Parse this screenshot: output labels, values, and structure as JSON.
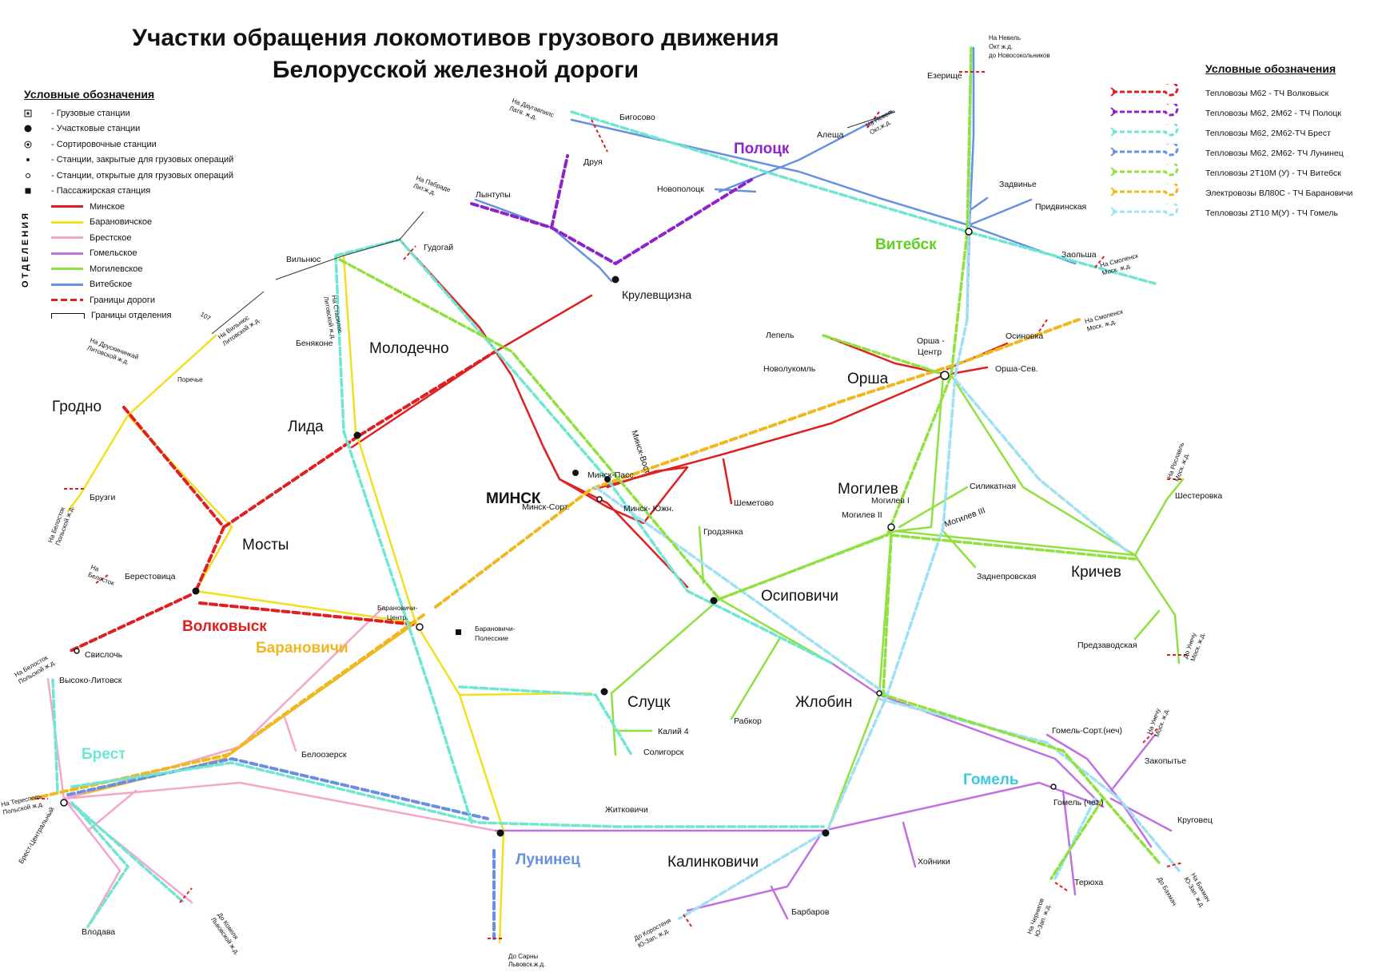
{
  "title": {
    "line1": "Участки обращения локомотивов грузового движения",
    "line2": "Белорусской железной дороги"
  },
  "legend_left": {
    "heading": "Условные обозначения",
    "items": [
      {
        "label": "- Грузовые станции",
        "symbol": "freight"
      },
      {
        "label": "- Участковые станции",
        "symbol": "section"
      },
      {
        "label": "- Сортировочные станции",
        "symbol": "sorting"
      },
      {
        "label": "- Станции, закрытые для грузовых операций",
        "symbol": "closed"
      },
      {
        "label": "- Станции, открытые для грузовых операций",
        "symbol": "open"
      },
      {
        "label": "- Пассажирская станция",
        "symbol": "passenger"
      }
    ],
    "divisions_label": "ОТДЕЛЕНИЯ",
    "divisions": [
      {
        "label": "Минское",
        "color": "#e02020"
      },
      {
        "label": "Барановичское",
        "color": "#f0e020"
      },
      {
        "label": "Брестское",
        "color": "#f0a0c8"
      },
      {
        "label": "Гомельское",
        "color": "#c070e0"
      },
      {
        "label": "Могилевское",
        "color": "#90e040"
      },
      {
        "label": "Витебское",
        "color": "#6090e0"
      }
    ],
    "borders": [
      {
        "label": "Границы дороги"
      },
      {
        "label": "Границы отделения"
      }
    ]
  },
  "legend_right": {
    "heading": "Условные обозначения",
    "items": [
      {
        "label": "Тепловозы М62 - ТЧ Волковыск",
        "color": "#e02020"
      },
      {
        "label": "Тепловозы М62, 2М62 - ТЧ Полоцк",
        "color": "#8e24c8"
      },
      {
        "label": "Тепловозы М62, 2М62-ТЧ Брест",
        "color": "#6ee6d2"
      },
      {
        "label": "Тепловозы М62, 2М62- ТЧ Лунинец",
        "color": "#6890e0"
      },
      {
        "label": "Тепловозы 2Т10М (У) - ТЧ Витебск",
        "color": "#90e040"
      },
      {
        "label": "Электровозы ВЛ80С - ТЧ Барановичи",
        "color": "#f0b820"
      },
      {
        "label": "Тепловозы 2Т10 М(У) - ТЧ Гомель",
        "color": "#9ee0f4"
      }
    ]
  },
  "division_labels": [
    {
      "id": "grodno",
      "label": "Гродно",
      "color": "#111111"
    },
    {
      "id": "volkovysk",
      "label": "Волковыск",
      "color": "#e02020"
    },
    {
      "id": "baranovichi",
      "label": "Барановичи",
      "color": "#f0b820"
    },
    {
      "id": "brest",
      "label": "Брест",
      "color": "#6ee6d2"
    },
    {
      "id": "luninets",
      "label": "Лунинец",
      "color": "#6890e0"
    },
    {
      "id": "gomel",
      "label": "Гомель",
      "color": "#3cc8e0"
    },
    {
      "id": "vitebsk",
      "label": "Витебск",
      "color": "#60d020"
    },
    {
      "id": "polotsk",
      "label": "Полоцк",
      "color": "#8e24c8"
    },
    {
      "id": "orsha",
      "label": "Орша",
      "color": "#111111"
    },
    {
      "id": "minsk",
      "label": "МИНСК",
      "color": "#111111"
    },
    {
      "id": "molodechno",
      "label": "Молодечно",
      "color": "#111111"
    },
    {
      "id": "lida",
      "label": "Лида",
      "color": "#111111"
    },
    {
      "id": "mosty",
      "label": "Мосты",
      "color": "#111111"
    },
    {
      "id": "mogilev",
      "label": "Могилев",
      "color": "#111111"
    },
    {
      "id": "krichev",
      "label": "Кричев",
      "color": "#111111"
    },
    {
      "id": "osipovichi",
      "label": "Осиповичи",
      "color": "#111111"
    },
    {
      "id": "slutsk",
      "label": "Слуцк",
      "color": "#111111"
    },
    {
      "id": "zhlobin",
      "label": "Жлобин",
      "color": "#111111"
    },
    {
      "id": "kalinkovichi",
      "label": "Калинковичи",
      "color": "#111111"
    },
    {
      "id": "krulevshchizna",
      "label": "Крулевщизна",
      "color": "#111111"
    }
  ],
  "station_labels": [
    {
      "id": "bigosovo",
      "label": "Бигосово"
    },
    {
      "id": "drui",
      "label": "Друя"
    },
    {
      "id": "lyntupy",
      "label": "Лынтупы"
    },
    {
      "id": "gudogai",
      "label": "Гудогай"
    },
    {
      "id": "vilnius",
      "label": "Вильнюс"
    },
    {
      "id": "benyakone",
      "label": "Беняконе"
    },
    {
      "id": "novopolotsk",
      "label": "Новополоцк"
    },
    {
      "id": "aleshcha",
      "label": "Алеща"
    },
    {
      "id": "ezerishche",
      "label": "Езерище"
    },
    {
      "id": "zadvinye",
      "label": "Задвинье"
    },
    {
      "id": "pridvinskaya",
      "label": "Придвинская"
    },
    {
      "id": "zaolsha",
      "label": "Заольша"
    },
    {
      "id": "lepel",
      "label": "Лепель"
    },
    {
      "id": "novolukoml",
      "label": "Новолукомль"
    },
    {
      "id": "orsha_center",
      "label": "Орша -"
    },
    {
      "id": "orsha_center2",
      "label": "Центр"
    },
    {
      "id": "osinovka",
      "label": "Осиновка"
    },
    {
      "id": "orsha_sev",
      "label": "Орша-Сев."
    },
    {
      "id": "porechye",
      "label": "Поречье"
    },
    {
      "id": "bruzgi",
      "label": "Брузги"
    },
    {
      "id": "berestovitsa",
      "label": "Берестовица"
    },
    {
      "id": "svisloch",
      "label": "Свислочь"
    },
    {
      "id": "vysoko",
      "label": "Высоко-Литовск"
    },
    {
      "id": "minsk_pass",
      "label": "Минск-Пасс."
    },
    {
      "id": "minsk_sort",
      "label": "Минск-Сорт."
    },
    {
      "id": "minsk_south",
      "label": "Минск- Южн."
    },
    {
      "id": "minsk_east",
      "label": "Минск-Вост"
    },
    {
      "id": "shemetovo",
      "label": "Шеметово"
    },
    {
      "id": "silikatnaya",
      "label": "Силикатная"
    },
    {
      "id": "mogilev1",
      "label": "Могилев I"
    },
    {
      "id": "mogilev2",
      "label": "Могилев II"
    },
    {
      "id": "mogilev3",
      "label": "Могилев III"
    },
    {
      "id": "shesterovka",
      "label": "Шестеровка"
    },
    {
      "id": "zadneprovskaya",
      "label": "Заднепровская"
    },
    {
      "id": "predzavodskaya",
      "label": "Предзаводская"
    },
    {
      "id": "grodzyanka",
      "label": "Гродзянка"
    },
    {
      "id": "bar_center",
      "label": "Барановичи-"
    },
    {
      "id": "bar_center2",
      "label": "Центр."
    },
    {
      "id": "bar_pol",
      "label": "Барановичи-"
    },
    {
      "id": "bar_pol2",
      "label": "Полесские"
    },
    {
      "id": "kaliy",
      "label": "Калий 4"
    },
    {
      "id": "soligorsk",
      "label": "Солигорск"
    },
    {
      "id": "rabkor",
      "label": "Рабкор"
    },
    {
      "id": "beloozersk",
      "label": "Белоозерск"
    },
    {
      "id": "gomel_sort",
      "label": "Гомель-Сорт.(неч)"
    },
    {
      "id": "gomel_chet",
      "label": "Гомель (чет.)"
    },
    {
      "id": "zakopytye",
      "label": "Закопытье"
    },
    {
      "id": "krugovets",
      "label": "Круговец"
    },
    {
      "id": "teryukha",
      "label": "Терюха"
    },
    {
      "id": "khoiniki",
      "label": "Хойники"
    },
    {
      "id": "barbarov",
      "label": "Барбаров"
    },
    {
      "id": "zhitkovichi",
      "label": "Житковичи"
    },
    {
      "id": "vlodava",
      "label": "Влодава"
    },
    {
      "id": "brest_central",
      "label": "Брест-Центральный"
    }
  ],
  "border_labels": [
    {
      "id": "b_daugavpils",
      "label": "На Даугавпилс",
      "label2": "Латв. ж.д."
    },
    {
      "id": "b_pabrade",
      "label": "На Пабраде",
      "label2": "Лит.ж.д."
    },
    {
      "id": "b_nevel1",
      "label": "На Невель",
      "label2": "Окт.ж.д."
    },
    {
      "id": "b_nevel2",
      "label": "На Невель",
      "label2": "Окт ж.д.",
      "label3": "до Новосокольников"
    },
    {
      "id": "b_smolensk1",
      "label": "На Смоленск",
      "label2": "Моск. ж.д."
    },
    {
      "id": "b_smolensk2",
      "label": "На Смоленск",
      "label2": "Моск. ж.д."
    },
    {
      "id": "b_vilnius",
      "label": "На Вильнюс",
      "label2": "Литовской ж.д."
    },
    {
      "id": "b_druskininkai",
      "label": "На Друскининкай",
      "label2": "Литовской ж.д."
    },
    {
      "id": "b_stasilas",
      "label": "На Стасилос",
      "label2": "Литовской ж.д."
    },
    {
      "id": "b_bialystok1",
      "label": "На Белосток",
      "label2": "Польской ж.д."
    },
    {
      "id": "b_bialystok2",
      "label": "На",
      "label2": "Белосток"
    },
    {
      "id": "b_bialystok3",
      "label": "На Белосток",
      "label2": "Польской ж.д."
    },
    {
      "id": "b_terespol",
      "label": "На Тересполь",
      "label2": "Польской ж.д."
    },
    {
      "id": "b_kovel",
      "label": "До Ковеля",
      "label2": "Львовской ж.д."
    },
    {
      "id": "b_sarny",
      "label": "До Сарны",
      "label2": "Львовск.ж.д."
    },
    {
      "id": "b_korosten",
      "label": "До Коростеня",
      "label2": "Ю-Зап. ж.д."
    },
    {
      "id": "b_chernigov",
      "label": "На Чернигов",
      "label2": "Ю-Зап. ж.д."
    },
    {
      "id": "b_bakhmach",
      "label": "На Бахмач",
      "label2": "Ю-Зап. ж.д."
    },
    {
      "id": "b_unecha1",
      "label": "На Унечу",
      "label2": "Моск. ж.д."
    },
    {
      "id": "b_unecha2",
      "label": "До Унечу",
      "label2": "Моск. ж.д."
    },
    {
      "id": "b_roslavl",
      "label": "На Рославль",
      "label2": "Моск. ж.д."
    },
    {
      "id": "b_bakhmach2",
      "label": "До Бахмач",
      "label2": ""
    },
    {
      "id": "b_107",
      "label": "107",
      "label2": ""
    }
  ],
  "colors": {
    "minsk": "#e02020",
    "baranovichi": "#f0e020",
    "brest": "#f4a6cc",
    "gomel": "#c070e0",
    "mogilev": "#90e040",
    "vitebsk": "#6890e0",
    "tch_volkovysk": "#e02020",
    "tch_polotsk": "#8e24c8",
    "tch_brest": "#6ee6d2",
    "tch_luninets": "#6890e0",
    "tch_vitebsk": "#90e040",
    "tch_baranovichi": "#f0b820",
    "tch_gomel": "#9ee0f4"
  }
}
